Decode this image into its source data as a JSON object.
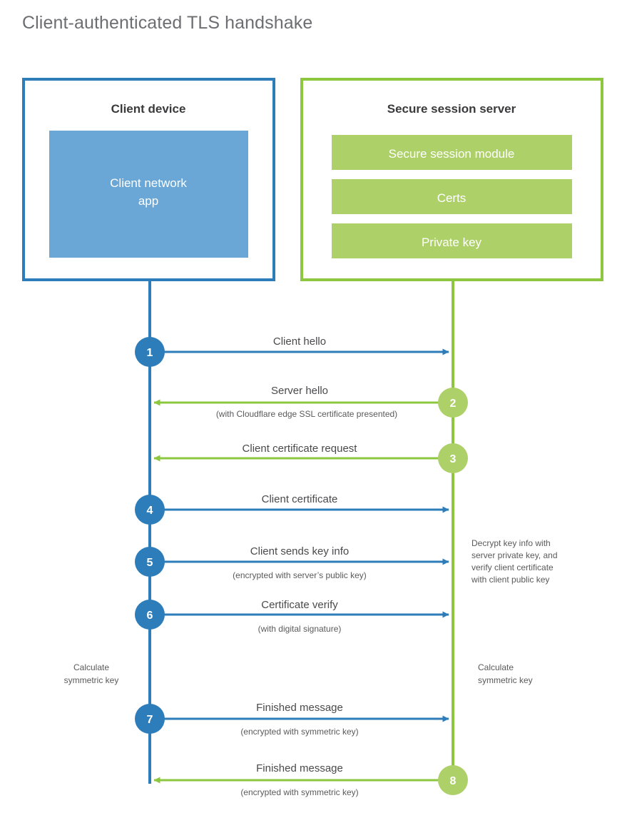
{
  "title": "Client-authenticated TLS handshake",
  "colors": {
    "blue_border": "#2d7dba",
    "blue_fill": "#6aa7d6",
    "blue_line": "#2d7dba",
    "green_border": "#8dc63f",
    "green_fill": "#aed069",
    "green_line": "#8dc63f",
    "title_text": "#6d6e71",
    "body_text": "#4a4a4c"
  },
  "client_panel": {
    "title": "Client device",
    "app_label_line1": "Client network",
    "app_label_line2": "app"
  },
  "server_panel": {
    "title": "Secure session server",
    "items": [
      "Secure session module",
      "Certs",
      "Private key"
    ]
  },
  "steps": [
    {
      "number": "1",
      "label": "Client hello",
      "sub": "",
      "direction": "client-to-server",
      "side": "client"
    },
    {
      "number": "2",
      "label": "Server hello",
      "sub": "(with Cloudflare edge SSL certificate presented)",
      "direction": "server-to-client",
      "side": "server"
    },
    {
      "number": "3",
      "label": "Client certificate request",
      "sub": "",
      "direction": "server-to-client",
      "side": "server"
    },
    {
      "number": "4",
      "label": "Client certificate",
      "sub": "",
      "direction": "client-to-server",
      "side": "client"
    },
    {
      "number": "5",
      "label": "Client sends key info",
      "sub": "(encrypted with server’s public key)",
      "direction": "client-to-server",
      "side": "client"
    },
    {
      "number": "6",
      "label": "Certificate verify",
      "sub": "(with digital signature)",
      "direction": "client-to-server",
      "side": "client"
    },
    {
      "number": "7",
      "label": "Finished message",
      "sub": "(encrypted with symmetric key)",
      "direction": "client-to-server",
      "side": "client"
    },
    {
      "number": "8",
      "label": "Finished message",
      "sub": "(encrypted with symmetric key)",
      "direction": "server-to-client",
      "side": "server"
    }
  ],
  "notes": {
    "server_decrypt": [
      "Decrypt key info with",
      "server private key, and",
      "verify client certificate",
      "with client public key"
    ],
    "client_calc": [
      "Calculate",
      "symmetric key"
    ],
    "server_calc": [
      "Calculate",
      "symmetric key"
    ]
  }
}
